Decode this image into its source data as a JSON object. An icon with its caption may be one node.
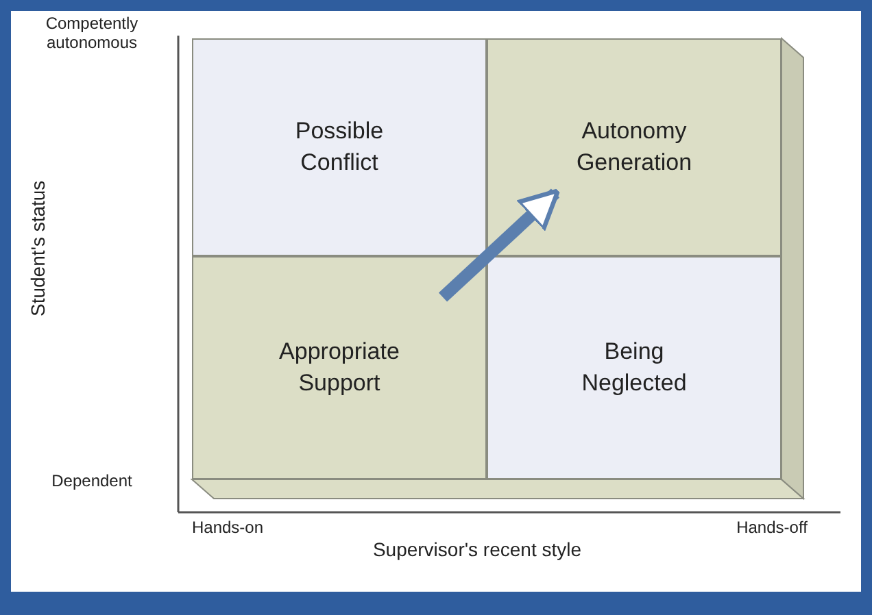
{
  "diagram": {
    "nodes": [
      {
        "text": [
          "Possible Conflict"
        ]
      },
      {
        "text": [
          "Autonomy Generation"
        ]
      },
      {
        "text": [
          "Appropriate Support"
        ]
      },
      {
        "text": [
          "Being Neglected"
        ]
      }
    ],
    "edges": [
      {
        "from": 2,
        "to": 1,
        "arrow": "to"
      }
    ],
    "labels": [
      "Competently autonomous",
      "Student's status",
      "Dependent",
      "Hands-on",
      "Hands-off",
      "Supervisor's recent style"
    ]
  }
}
